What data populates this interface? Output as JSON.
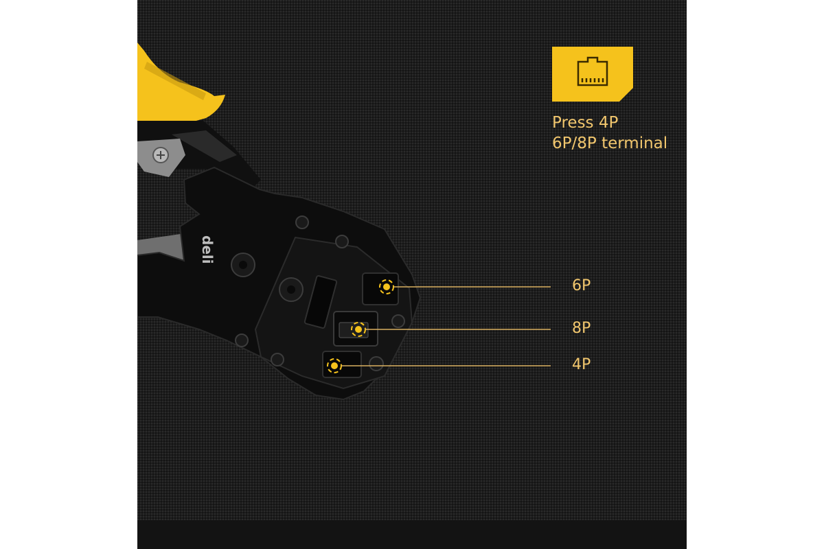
{
  "caption": {
    "line1": "Press 4P",
    "line2": "6P/8P terminal"
  },
  "badge": {
    "icon": "rj45-connector-icon",
    "color": "#f5c21c"
  },
  "callouts": [
    {
      "label": "6P"
    },
    {
      "label": "8P"
    },
    {
      "label": "4P"
    }
  ],
  "brand_mark": "deli",
  "colors": {
    "accent": "#f2c76e",
    "handle": "#f5c21c",
    "background": "#1d1d1d"
  }
}
